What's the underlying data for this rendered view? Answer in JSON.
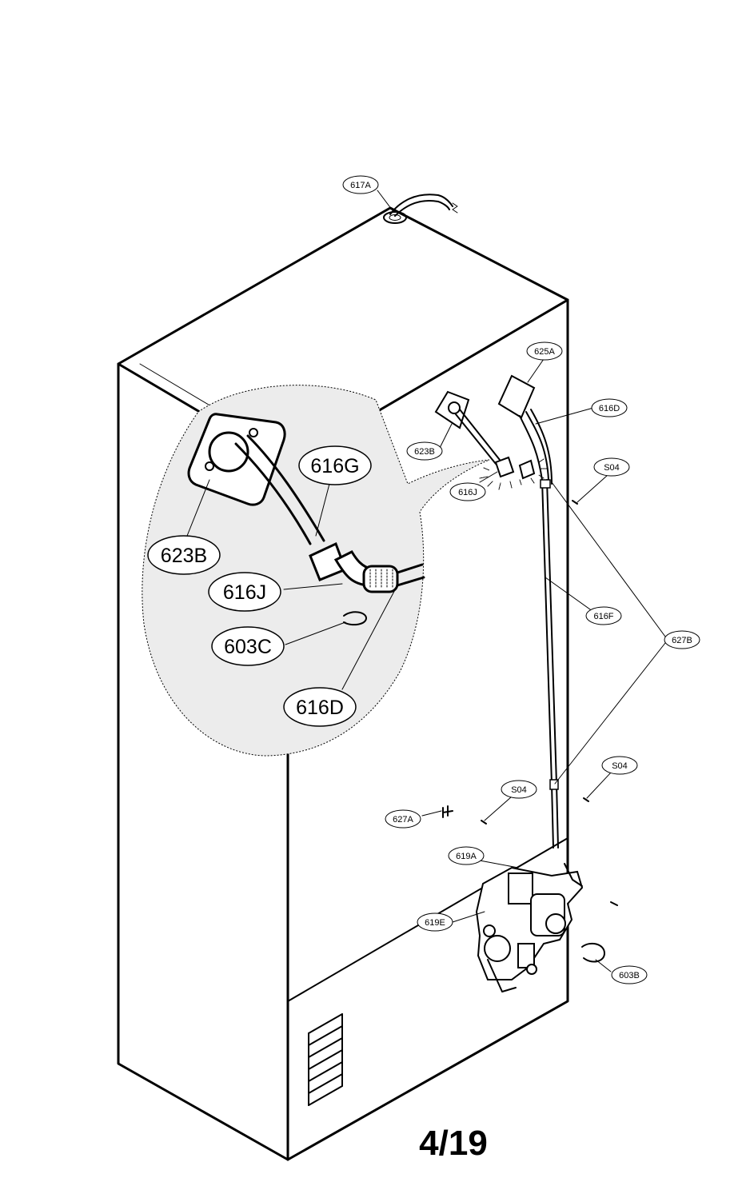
{
  "page": {
    "number": "4/19"
  },
  "labels": {
    "l617A": "617A",
    "l625A": "625A",
    "l616D_small": "616D",
    "l623B_small": "623B",
    "l616J_small": "616J",
    "lS04_a": "S04",
    "l616F": "616F",
    "l627B": "627B",
    "lS04_b": "S04",
    "lS04_c": "S04",
    "l627A": "627A",
    "l619A": "619A",
    "l619E": "619E",
    "l603B": "603B",
    "l616G": "616G",
    "l623B_large": "623B",
    "l616J_large": "616J",
    "l603C": "603C",
    "l616D_large": "616D"
  }
}
